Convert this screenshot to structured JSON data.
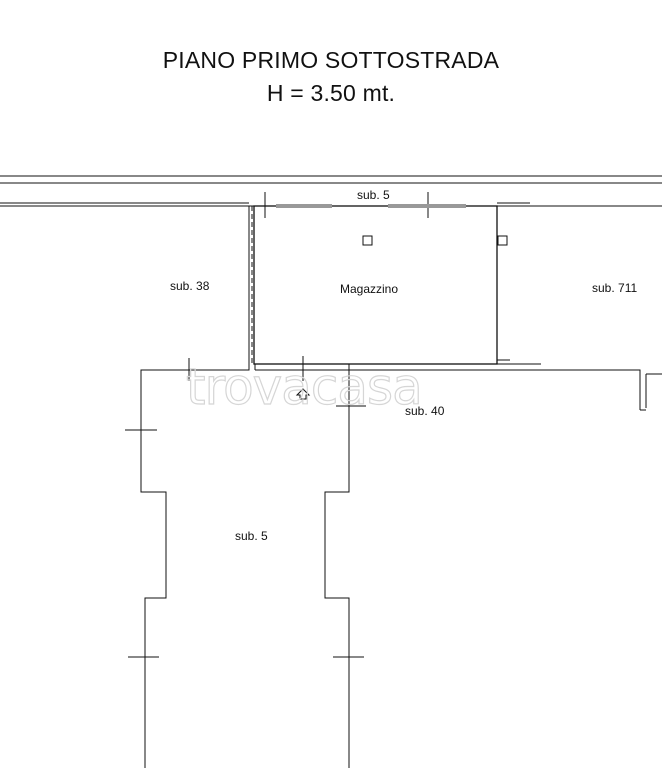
{
  "title": {
    "line1": "PIANO PRIMO SOTTOSTRADA",
    "line2": "H = 3.50 mt."
  },
  "rooms": {
    "sub5_corridor": "sub. 5",
    "sub38": "sub. 38",
    "magazzino": "Magazzino",
    "sub711": "sub. 711",
    "sub40": "sub. 40",
    "sub5_lower": "sub. 5"
  },
  "watermark": {
    "text": "trovacasa"
  }
}
